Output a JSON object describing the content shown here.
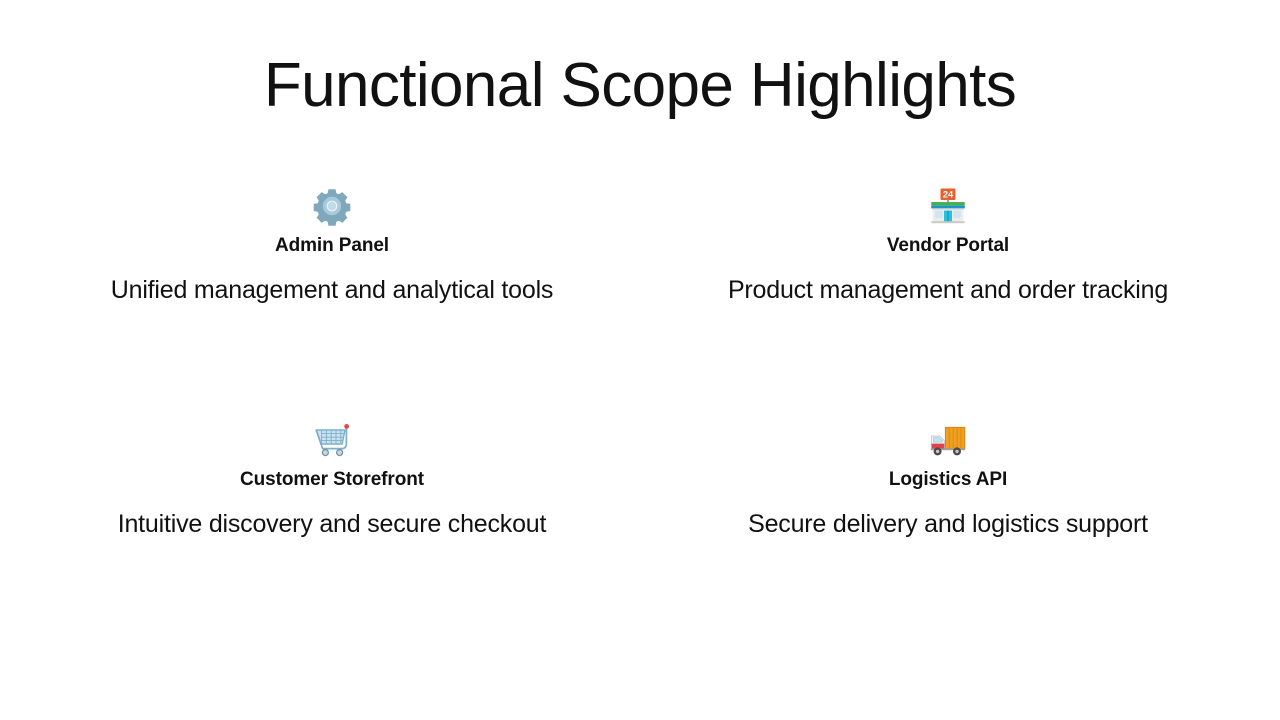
{
  "slide": {
    "title": "Functional Scope Highlights",
    "background_color": "#ffffff",
    "text_color": "#111111"
  },
  "cards": [
    {
      "icon": "gear-icon",
      "title": "Admin Panel",
      "description": "Unified management and analytical tools",
      "icon_color": "#7FA8BD"
    },
    {
      "icon": "convenience-store-icon",
      "title": "Vendor Portal",
      "description": "Product management and order tracking",
      "icon_color": "#E8602C"
    },
    {
      "icon": "shopping-cart-icon",
      "title": "Customer Storefront",
      "description": "Intuitive discovery and secure checkout",
      "icon_color": "#9CC6DC"
    },
    {
      "icon": "delivery-truck-icon",
      "title": "Logistics API",
      "description": "Secure delivery and logistics support",
      "icon_color": "#F0A020"
    }
  ]
}
